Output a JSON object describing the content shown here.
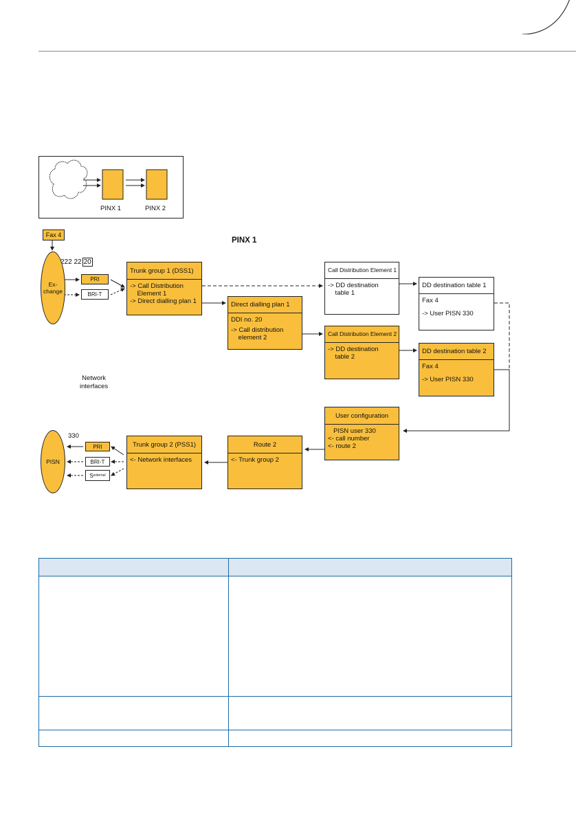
{
  "inset": {
    "pinx1_label": "PINX 1",
    "pinx2_label": "PINX 2"
  },
  "diagram": {
    "title": "PINX 1",
    "fax4_top": "Fax 4",
    "number_prefix": "222 22",
    "number_ext": "20",
    "exchange_label": "Ex-\nchange",
    "pri_label": "PRI",
    "bri_t_label": "BRI-T",
    "network_interfaces_label": "Network\ninterfaces",
    "trunk_group_1": {
      "header": "Trunk group 1 (DSS1)",
      "lines": [
        "-> Call Distribution",
        "    Element 1",
        "-> Direct dialling plan 1"
      ]
    },
    "direct_dialling_plan_1": {
      "header": "Direct dialling plan 1",
      "lines": [
        "DDI no. 20",
        "-> Call distribution",
        "    element 2"
      ]
    },
    "cde1": {
      "header": "Call Distribution Element 1",
      "lines": [
        "-> DD destination",
        "    table 1"
      ]
    },
    "cde2": {
      "header": "Call Distribution Element 2",
      "lines": [
        "-> DD destination",
        "    table 2"
      ]
    },
    "dd_table_1": {
      "header": "DD destination table 1",
      "lines": [
        "Fax 4",
        "-> User PISN 330"
      ]
    },
    "dd_table_2": {
      "header": "DD destination table 2",
      "lines": [
        "Fax 4",
        "-> User PISN 330"
      ]
    },
    "user_configuration": {
      "header": "User configuration",
      "lines": [
        "PISN user 330",
        "<- call number",
        "<- route 2"
      ]
    },
    "route_2": {
      "header": "Route 2",
      "lines": [
        "<- Trunk group 2"
      ]
    },
    "trunk_group_2": {
      "header": "Trunk group 2 (PSS1)",
      "lines": [
        "<- Network interfaces"
      ]
    },
    "pisn_number": "330",
    "pisn_label": "PISN",
    "pri_label_2": "PRI",
    "bri_t_label_2": "BRI-T",
    "s_external_main": "S",
    "s_external_sub": "external"
  },
  "table": {
    "header": [
      "",
      ""
    ],
    "rows": [
      [
        "",
        ""
      ],
      [
        "",
        ""
      ],
      [
        "",
        ""
      ]
    ]
  },
  "colors": {
    "box_yellow": "#f9bf3c",
    "table_border": "#1b6aa6",
    "table_header_bg": "#dbe7f3"
  }
}
